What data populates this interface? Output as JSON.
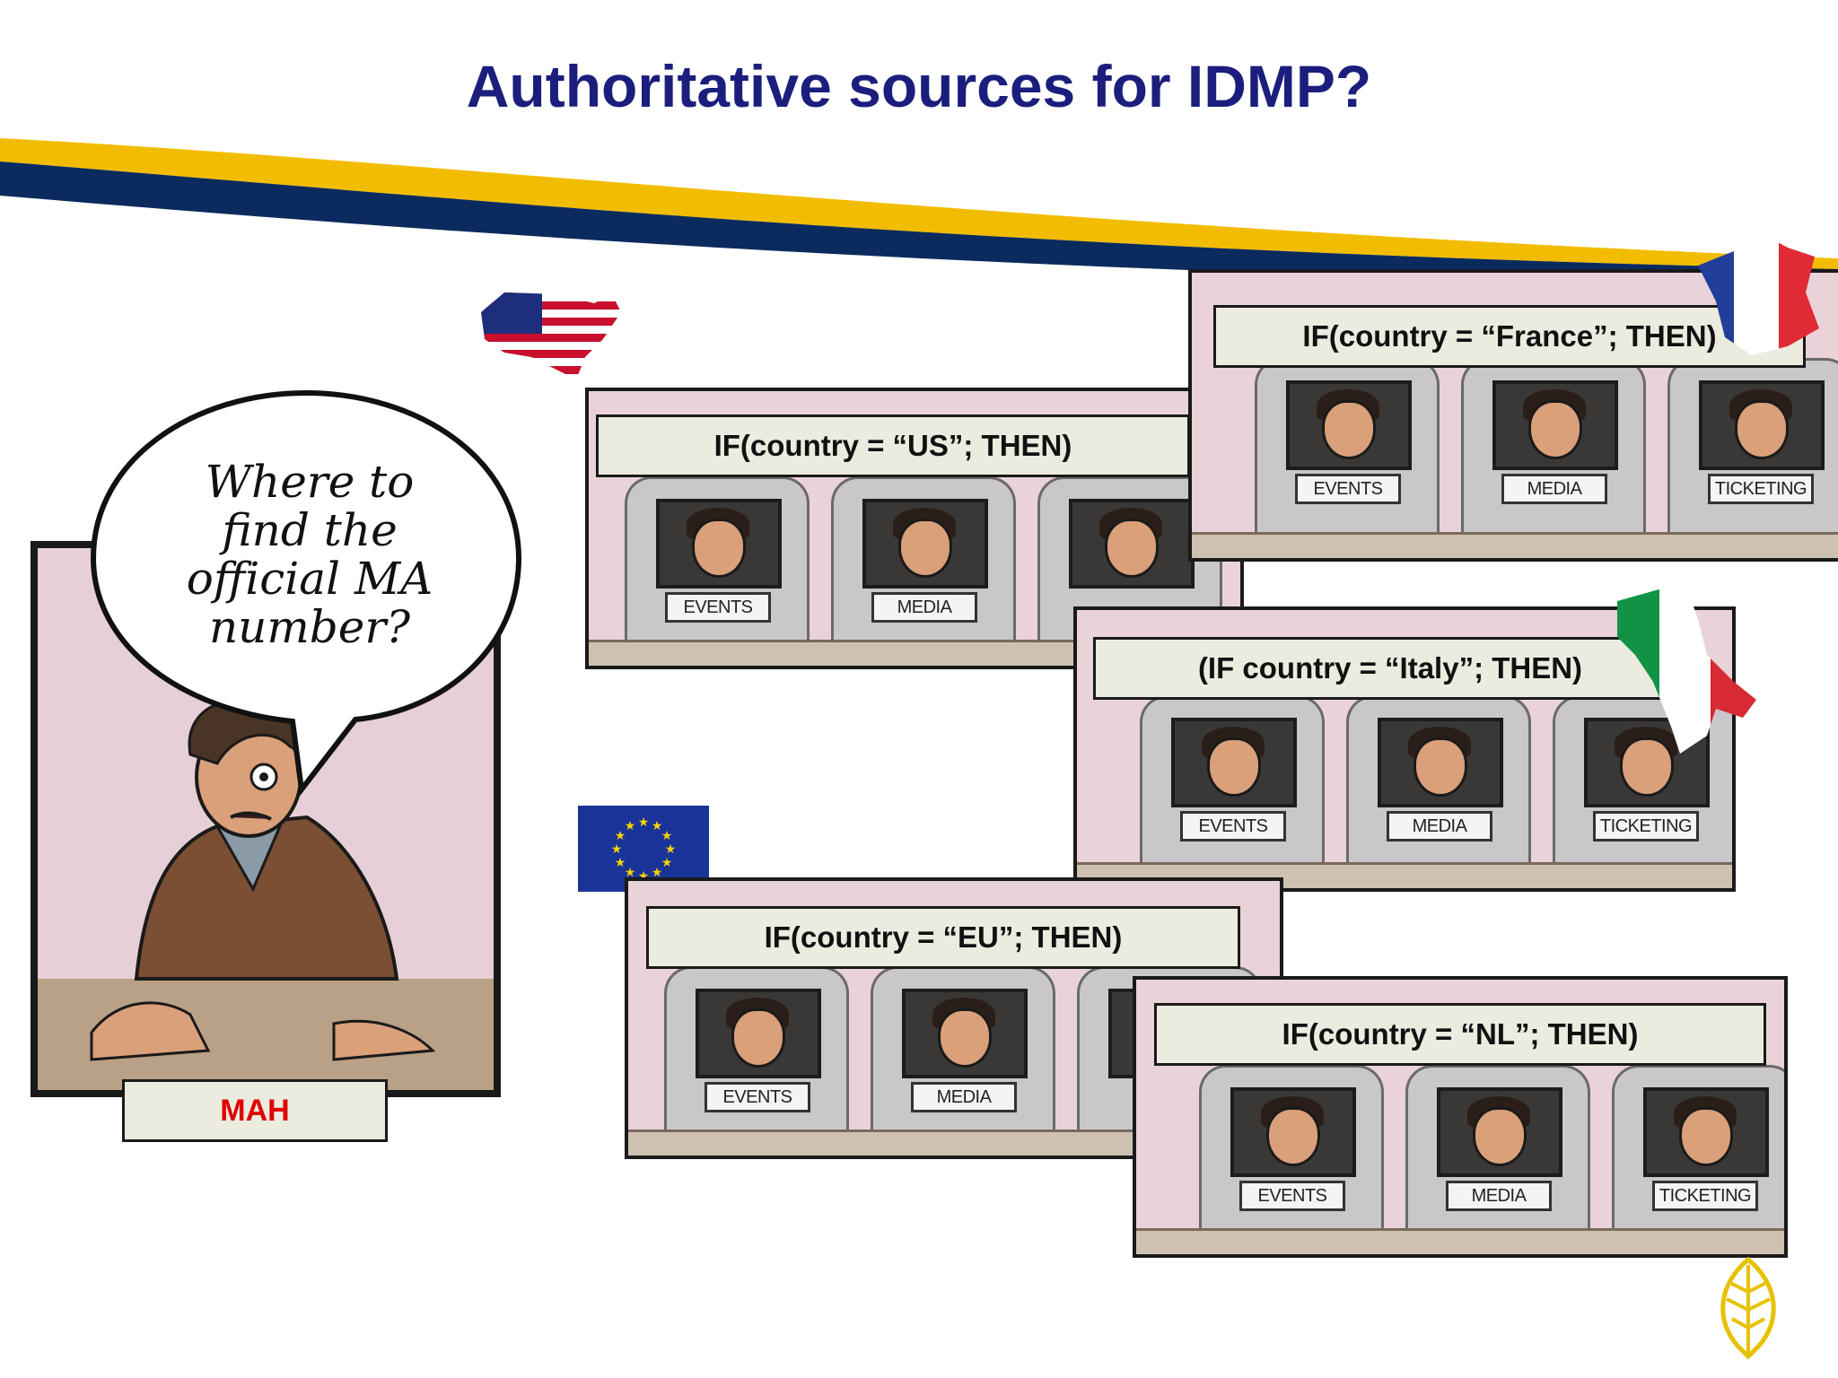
{
  "slide": {
    "title": "Authoritative sources for IDMP?"
  },
  "speech_bubble": {
    "lines": [
      "Where to",
      "find the",
      "official MA",
      "number?"
    ]
  },
  "mah_label": "MAH",
  "booth_labels": {
    "events": "EVENTS",
    "media": "MEDIA",
    "ticketing": "TICKETING"
  },
  "panels": {
    "us": {
      "condition": "IF(country = “US”; THEN)"
    },
    "france": {
      "condition": "IF(country = “France”; THEN)"
    },
    "italy": {
      "condition": "(IF country = “Italy”; THEN)"
    },
    "eu": {
      "condition": "IF(country = “EU”; THEN)"
    },
    "nl": {
      "condition": "IF(country = “NL”; THEN)"
    }
  },
  "colors": {
    "title": "#1b1e7c",
    "swoosh_yellow": "#f2bd00",
    "swoosh_navy": "#0b2b5e",
    "mah_text": "#e00000",
    "eu_blue": "#1a3398",
    "eu_star": "#f7d300"
  },
  "icons": [
    "us-flag-map-icon",
    "france-flag-map-icon",
    "italy-flag-map-icon",
    "eu-flag-icon",
    "leaf-logo-icon"
  ]
}
